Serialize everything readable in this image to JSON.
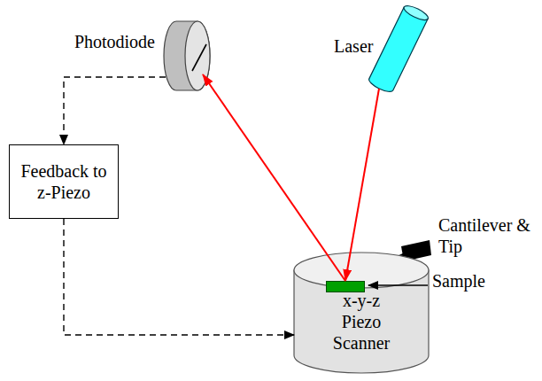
{
  "diagram": {
    "nodes": [
      {
        "text": [
          "Photodiode"
        ]
      },
      {
        "text": [
          "Laser"
        ]
      },
      {
        "text": [
          "Feedback to z-Piezo"
        ]
      },
      {
        "text": [
          "Cantilever & Tip"
        ]
      },
      {
        "text": [
          "Sample"
        ],
        "in": 5
      },
      {
        "text": [
          "x-y-z Piezo Scanner"
        ]
      }
    ],
    "edges": [
      {
        "from": 0,
        "to": 2,
        "arrow": "to"
      },
      {
        "from": 2,
        "to": 5,
        "arrow": "to"
      },
      {
        "from": 1,
        "to": 3,
        "arrow": "to"
      },
      {
        "from": 3,
        "to": 0,
        "arrow": "to"
      }
    ]
  }
}
